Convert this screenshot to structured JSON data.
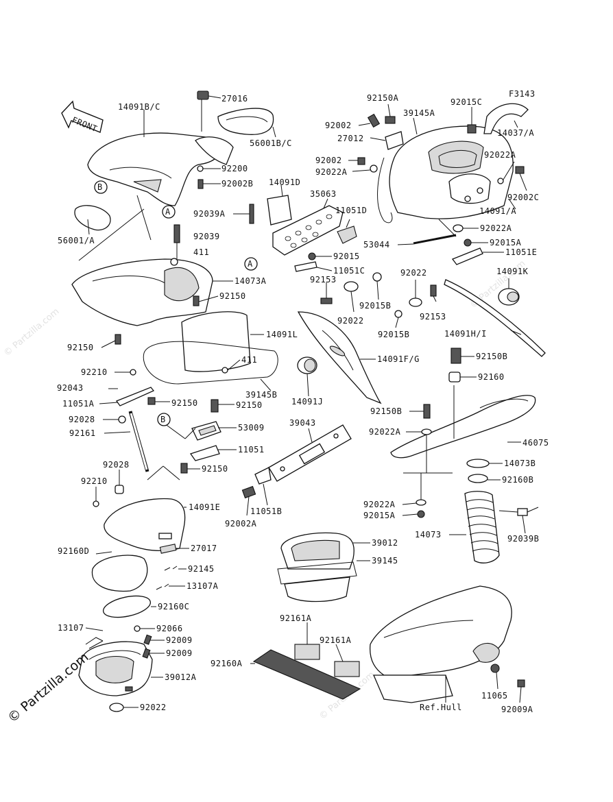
{
  "figure_code": "F3143",
  "front_label": "FRONT",
  "watermark": "© Partzilla.com",
  "refs": {
    "a": "A",
    "b": "B"
  },
  "labels": {
    "p14091BC": "14091B/C",
    "p27016": "27016",
    "p56001BC": "56001B/C",
    "p92200": "92200",
    "p92002B": "92002B",
    "p56001A": "56001/A",
    "p92039A": "92039A",
    "p92039": "92039",
    "p411a": "411",
    "p14073A": "14073A",
    "p92150a": "92150",
    "p14091L": "14091L",
    "p92150b": "92150",
    "p411b": "411",
    "p39145B": "39145B",
    "p92210a": "92210",
    "p92043": "92043",
    "p11051A": "11051A",
    "p92150c": "92150",
    "p92150d": "92150",
    "p92028a": "92028",
    "p92161": "92161",
    "p53009": "53009",
    "p11051": "11051",
    "p92028b": "92028",
    "p92150e": "92150",
    "p92210b": "92210",
    "p14091E": "14091E",
    "p27017": "27017",
    "p92160D": "92160D",
    "p92145": "92145",
    "p13107A": "13107A",
    "p92160C": "92160C",
    "p13107": "13107",
    "p92066": "92066",
    "p92009a": "92009",
    "p92009b": "92009",
    "p39012A": "39012A",
    "p92022a": "92022",
    "p14091D": "14091D",
    "p35063": "35063",
    "p11051D": "11051D",
    "p92015": "92015",
    "p11051C": "11051C",
    "p92153a": "92153",
    "p92015Ba": "92015B",
    "p92022b": "92022",
    "p92150A": "92150A",
    "p39145A": "39145A",
    "p92015C": "92015C",
    "p92002a": "92002",
    "p27012": "27012",
    "p92002b": "92002",
    "p92022Aa": "92022A",
    "p92022Ab": "92022A",
    "p92002C": "92002C",
    "p14091A": "14091/A",
    "p92022Ac": "92022A",
    "p53044": "53044",
    "p92015Aa": "92015A",
    "p11051E": "11051E",
    "p14037A": "14037/A",
    "p92022c": "92022",
    "p92153b": "92153",
    "p14091K": "14091K",
    "p92015Bb": "92015B",
    "p14091HI": "14091H/I",
    "p14091FG": "14091F/G",
    "p92150B": "92150B",
    "p92160": "92160",
    "p14091J": "14091J",
    "p39043": "39043",
    "p92150Bb": "92150B",
    "p92022Ad": "92022A",
    "p46075": "46075",
    "p14073B": "14073B",
    "p92160B": "92160B",
    "p11051B": "11051B",
    "p92002A": "92002A",
    "p92022Ae": "92022A",
    "p92015Ab": "92015A",
    "p14073": "14073",
    "p92039B": "92039B",
    "p39012": "39012",
    "p39145": "39145",
    "p92161Aa": "92161A",
    "p92161Ab": "92161A",
    "p92160A": "92160A",
    "p11065": "11065",
    "p92009A": "92009A",
    "pRefHull": "Ref.Hull"
  }
}
